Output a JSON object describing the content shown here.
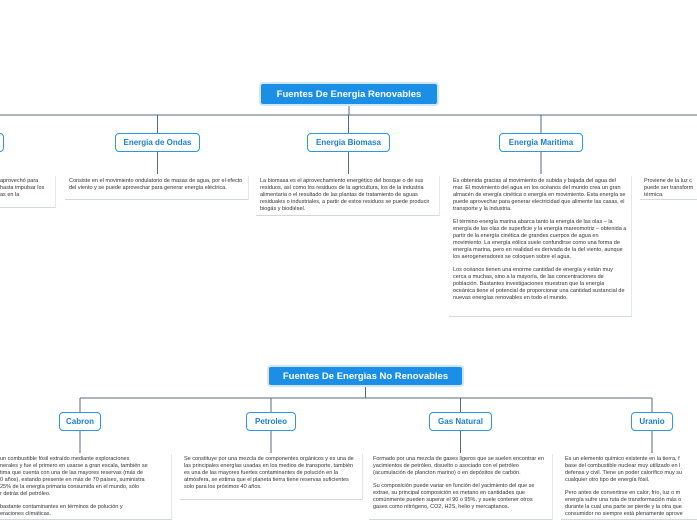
{
  "renovables": {
    "title": "Fuentes De Energia Renovables",
    "topics": [
      {
        "label": ""
      },
      {
        "label": "Energia de Ondas"
      },
      {
        "label": "Energia Biomasa"
      },
      {
        "label": "Energia Maritima"
      }
    ],
    "notes": [
      {
        "paragraphs": [
          "aprovechó para\nhasta impulsar los\nas en la"
        ]
      },
      {
        "paragraphs": [
          "Consiste en el movimiento ondulatorio de masas de agua, por el efecto del viento y se puede aprovechar para generar energía eléctrica."
        ]
      },
      {
        "paragraphs": [
          "La biomasa es el aprovechamiento energético del bosque o de sus residuos, así como los residuos de la agricultura, los de la industria alimentaria o el resultado de las plantas de tratamiento de aguas residuales o industriales, a partir de estos residuos se puede producir biogás y biodiésel."
        ]
      },
      {
        "paragraphs": [
          "Es obtenida gracias al movimiento de subida y bajada del agua del mar. El movimiento del agua en los océanos del mundo crea un gran almacén de energía cinética o energía en movimiento. Esta energía se puede aprovechar para generar electricidad que alimente las casas, el transporte y la industria.",
          "El término energía marina abarca tanto la energía de las olas – la energía de las olas de superficie y la energía mareomotriz – obtenida a partir de la energía cinética de grandes cuerpos de agua en movimiento. La energía eólica suele confundirse como una forma de energía marina, pero en realidad es derivada de la del viento, aunque los aerogeneradores se coloquen sobre el agua.",
          "Los océanos tienen una enorme cantidad de energía y están muy cerca a muchas, sino a la mayoría, de las concentraciones de población. Bastantes investigaciones muestran que la energía oceánica tiene el potencial de proporcionar una cantidad sustancial de nuevas energías renovables en todo el mundo."
        ]
      },
      {
        "paragraphs": [
          "Proviene de la luz c\npuede ser transform\ntérmica."
        ]
      }
    ]
  },
  "no_renovables": {
    "title": "Fuentes De Energias No Renovables",
    "topics": [
      {
        "label": "Cabron"
      },
      {
        "label": "Petroleo"
      },
      {
        "label": "Gas Natural"
      },
      {
        "label": "Uranio"
      }
    ],
    "notes": [
      {
        "paragraphs": [
          "un combustible fósil extraído mediante exploraciones\nnerales y fue el primero en usarse a gran escala, también se\ntima que cuenta con una de las mayores reservas (más de\n0 años), estando presente en más de 70 países, suministra\n25% de la energía primaria consumida en el mundo, sólo\nr detrás del petróleo.",
          "bastante contaminantes en términos de polución y\neraciones climáticas."
        ]
      },
      {
        "paragraphs": [
          "Se constituye por una mezcla de componentes orgánicos y es una de las principales energías usadas en los medios de transporte, también es una de las mayores fuertes contaminantes de polución en la atmósfera, se estima que el planeta tierra tiene reservas suficientes solo para los próximos 40 años."
        ]
      },
      {
        "paragraphs": [
          "Formado por una mezcla de gases ligeros que se suelen encontrar en yacimientos de petróleo, disuelto o asociado con el petróleo (acumulación de plancton marino) o en depósitos de carbón.",
          "Su composición puede variar en función del yacimiento del que se extrae, su principal composición es metano en cantidades que comúnmente pueden superar el 90 o 95%, y suele contener otros gases como nitrógeno, CO2, H2S, helio y mercaptanos."
        ]
      },
      {
        "paragraphs": [
          "Es un elemento químico existente en la tierra, f\nbase del combustible nuclear muy utilizado en l\ndefensa y civil. Tiene un poder calorífico muy su\ncualquier otro tipo de energía fósil.",
          "Pero antes de convertirse en calor, frío, luz o m\nenergía sufre una ruta de transformación más o\ndurante la cual una parte se pierde y la otra que\nconsumidor no siempre está plenamente aprove"
        ]
      }
    ]
  },
  "colors": {
    "accent": "#1b8fe6",
    "topic_border": "#2f95e6",
    "line": "#5a6b7b"
  }
}
